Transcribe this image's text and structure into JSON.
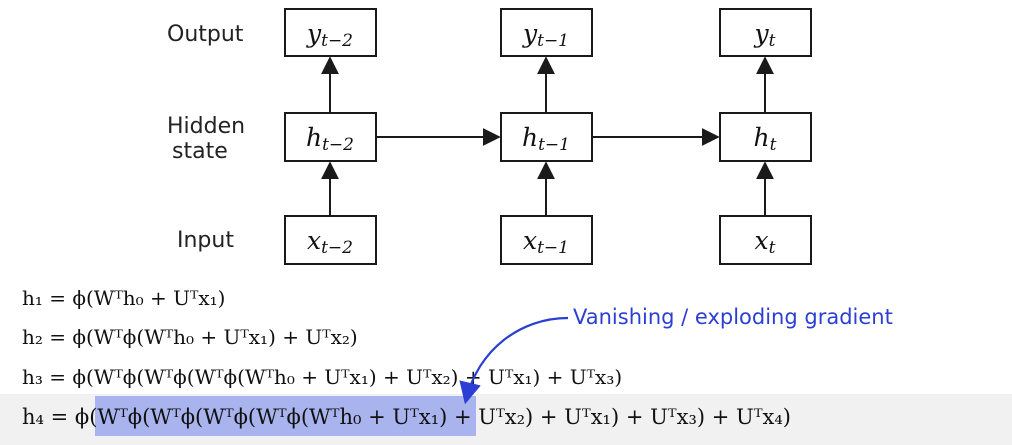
{
  "row_labels": {
    "output": "Output",
    "hidden_line1": "Hidden",
    "hidden_line2": "state",
    "input": "Input"
  },
  "nodes": {
    "outputs": [
      {
        "base": "y",
        "sub": "t−2"
      },
      {
        "base": "y",
        "sub": "t−1"
      },
      {
        "base": "y",
        "sub": "t"
      }
    ],
    "hidden": [
      {
        "base": "h",
        "sub": "t−2"
      },
      {
        "base": "h",
        "sub": "t−1"
      },
      {
        "base": "h",
        "sub": "t"
      }
    ],
    "inputs": [
      {
        "base": "x",
        "sub": "t−2"
      },
      {
        "base": "x",
        "sub": "t−1"
      },
      {
        "base": "x",
        "sub": "t"
      }
    ]
  },
  "equations": {
    "h1": "h₁ = ϕ(Wᵀh₀ + Uᵀx₁)",
    "h2": "h₂ = ϕ(Wᵀϕ(Wᵀh₀ + Uᵀx₁) + Uᵀx₂)",
    "h3": "h₃ = ϕ(Wᵀϕ(Wᵀϕ(Wᵀϕ(Wᵀh₀ + Uᵀx₁) + Uᵀx₂) + Uᵀx₁) + Uᵀx₃)",
    "h4_lhs": "h₄ = ",
    "h4_highlight": "ϕ(Wᵀϕ(Wᵀϕ(Wᵀϕ(Wᵀϕ(Wᵀh₀",
    "h4_rest": " + Uᵀx₁) + Uᵀx₂) + Uᵀx₁) + Uᵀx₃) + Uᵀx₄)"
  },
  "annotation": {
    "text": "Vanishing / exploding gradient",
    "color": "#2b3fd4"
  },
  "colors": {
    "highlight": "#a9b3ee",
    "annotation": "#2b3fd4"
  }
}
